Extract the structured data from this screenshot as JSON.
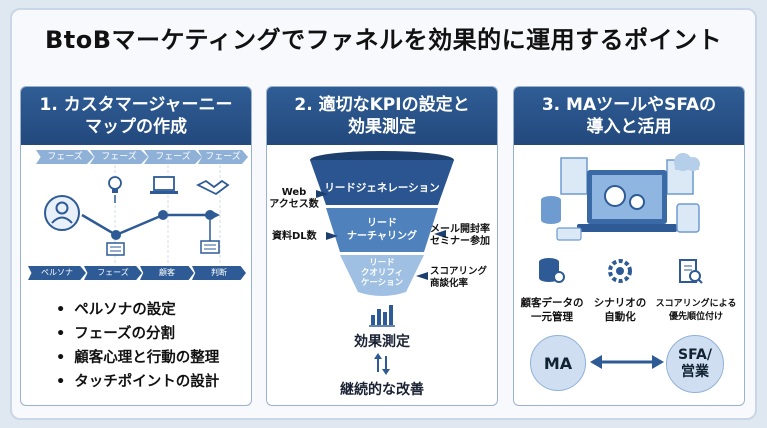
{
  "title": "BtoBマーケティングでファネルを効果的に運用するポイント",
  "col1": {
    "heading_line1": "1. カスタマージャーニー",
    "heading_line2": "マップの作成",
    "phases": [
      "フェーズ",
      "フェーズ",
      "フェーズ",
      "フェーズ"
    ],
    "bottom_phases": [
      "ペルソナ",
      "フェーズ",
      "顧客",
      "判断"
    ],
    "bullets": [
      "ペルソナの設定",
      "フェーズの分割",
      "顧客心理と行動の整理",
      "タッチポイントの設計"
    ]
  },
  "col2": {
    "heading_line1": "2. 適切なKPIの設定と",
    "heading_line2": "効果測定",
    "funnel_top": "リードジェネレーション",
    "funnel_mid_line1": "リード",
    "funnel_mid_line2": "ナーチャリング",
    "funnel_bot_line1": "リード",
    "funnel_bot_line2": "クオリフィ",
    "funnel_bot_line3": "ケーション",
    "kpi_web_line1": "Web",
    "kpi_web_line2": "アクセス数",
    "kpi_dl": "資料DL数",
    "kpi_mail_line1": "メール開封率",
    "kpi_mail_line2": "セミナー参加",
    "kpi_score_line1": "スコアリング",
    "kpi_score_line2": "商談化率",
    "measure": "効果測定",
    "improve": "継続的な改善"
  },
  "col3": {
    "heading_line1": "3. MAツールやSFAの",
    "heading_line2": "導入と活用",
    "feat1_line1": "顧客データの",
    "feat1_line2": "一元管理",
    "feat2_line1": "シナリオの",
    "feat2_line2": "自動化",
    "feat3_line1": "スコアリングによる",
    "feat3_line2": "優先順位付け",
    "ma_label": "MA",
    "sfa_line1": "SFA/",
    "sfa_line2": "営業"
  }
}
